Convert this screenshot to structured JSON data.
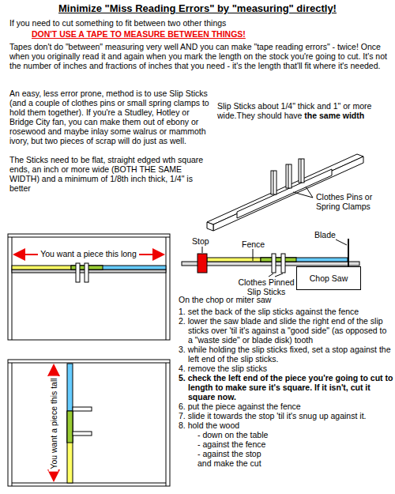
{
  "diagram": {
    "title": "Minimize \"Miss Reading Errors\" by \"measuring\" directly!",
    "nodes": [
      {
        "text": [
          "Chop Saw"
        ]
      }
    ],
    "labels": [
      "If you need to cut something to fit between two other things",
      "DON'T USE A TAPE TO MEASURE BETWEEN THINGS!",
      "Tapes don't do \"between\" measuring very well AND you can make \"tape reading errors\" - twice! Once when you originally read it and again when you mark the length on the stock you're going to cut. It's not the number of inches and fractions of inches that you need - it's the length that'll fit where it's needed.",
      "An easy, less error prone, method is to use Slip Sticks (and a couple of clothes pins or small spring clamps to hold them together). If you're a Studley, Hotley or Bridge City fan, you can make them out of ebony or rosewood and maybe inlay some walrus or mammoth ivory, but two pieces of scrap will do just as well.",
      "The Sticks need to be flat, straight edged wth square ends, an inch or more wide (BOTH THE SAME WIDTH) and a minimum of 1/8th inch thick, 1/4\" is better",
      "Slip Sticks about 1/4\" thick and 1\" or more wide.They should have",
      "the same width",
      "Clothes Pins or Spring Clamps",
      "You want a piece this long",
      "Stop",
      "Fence",
      "Blade",
      "Clothes Pinned Slip Sticks",
      "On the chop or miter saw",
      "1. set the back of the slip sticks against the fence",
      "2. lower the saw blade and slide the right end of the slip sticks over 'til it's against a \"good side\" (as opposed to a \"waste side\" or blade disk) tooth",
      "3. while holding the slip sticks fixed, set a stop against the left end of the slip sticks.",
      "4. remove the slip sticks",
      "5. check the left end of the piece you're going to cut to length to make sure it's square. If it isn't, cut it square now.",
      "6. put the piece against the fence",
      "7. slide it towards the stop 'til it's snug up against it.",
      "8. hold the wood",
      "- down on the table",
      "- against the fence",
      "- against the stop",
      "and make the cut",
      "You want a piece this tall"
    ]
  }
}
